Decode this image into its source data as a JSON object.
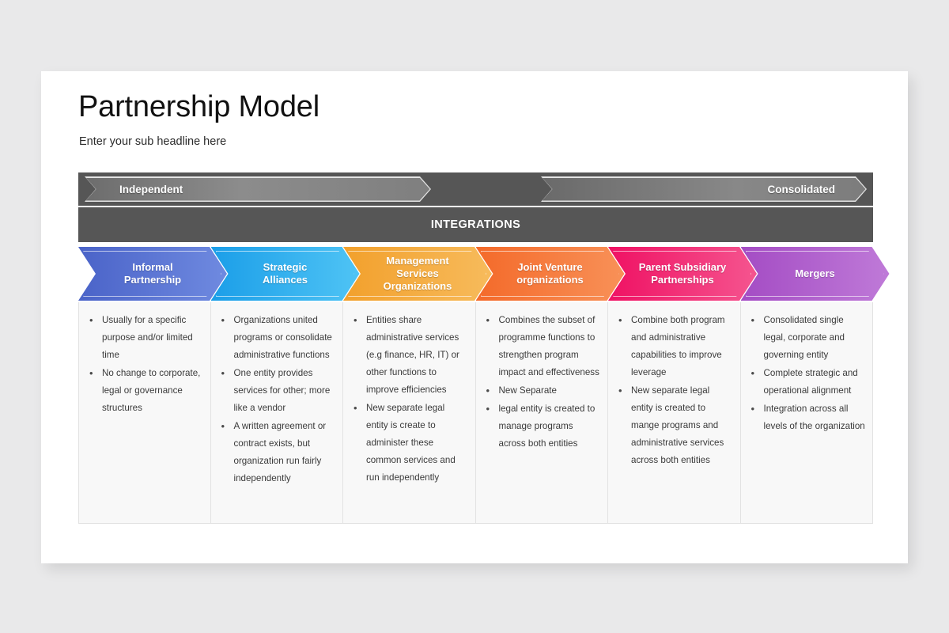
{
  "slide": {
    "title": "Partnership Model",
    "subtitle": "Enter your sub headline here"
  },
  "spectrum": {
    "left_label": "Independent",
    "right_label": "Consolidated",
    "band_label": "INTEGRATIONS"
  },
  "columns": [
    {
      "header": "Informal\nPartnership",
      "header_line1": "Informal",
      "header_line2": "Partnership",
      "color_start": "#4a63c8",
      "color_end": "#6f8ae0",
      "bullets": [
        "Usually for a specific purpose and/or limited time",
        "No change to corporate, legal or governance structures"
      ]
    },
    {
      "header": "Strategic\nAlliances",
      "header_line1": "Strategic",
      "header_line2": "Alliances",
      "color_start": "#1b9ee8",
      "color_end": "#4fc4f5",
      "bullets": [
        "Organizations united programs or consolidate administrative functions",
        "One entity provides services for other; more like a vendor",
        "A written agreement or contract exists, but organization run fairly independently"
      ]
    },
    {
      "header": "Management\nServices\nOrganizations",
      "header_line1": "Management",
      "header_line2": "Services",
      "header_line3": "Organizations",
      "color_start": "#f2a02c",
      "color_end": "#f7bb5c",
      "bullets": [
        "Entities share administrative services (e.g finance, HR, IT) or other functions to improve efficiencies",
        "New separate legal entity is create to administer these common services and run independently"
      ]
    },
    {
      "header": "Joint Venture\norganizations",
      "header_line1": "Joint Venture",
      "header_line2": "organizations",
      "color_start": "#f46a2a",
      "color_end": "#f89158",
      "bullets": [
        "Combines the subset of programme functions to strengthen program impact and effectiveness",
        "New Separate",
        "legal entity is created to manage programs across both entities"
      ]
    },
    {
      "header": "Parent Subsidiary\nPartnerships",
      "header_line1": "Parent Subsidiary",
      "header_line2": "Partnerships",
      "color_start": "#ef1163",
      "color_end": "#f5558f",
      "bullets": [
        "Combine both program and administrative capabilities to improve leverage",
        "New separate legal entity is created to mange programs and administrative services across both entities"
      ]
    },
    {
      "header": "Mergers",
      "header_line1": "Mergers",
      "color_start": "#a44cc4",
      "color_end": "#bf7ad8",
      "bullets": [
        "Consolidated single legal, corporate and governing entity",
        "Complete strategic and operational alignment",
        "Integration across all levels of the organization"
      ]
    }
  ],
  "theme": {
    "page_background": "#e9e9ea",
    "card_background": "#ffffff",
    "band_color": "#565656",
    "panel_background": "#f8f8f8",
    "panel_border": "#e2e2e2",
    "text_color": "#3a3a3a"
  }
}
